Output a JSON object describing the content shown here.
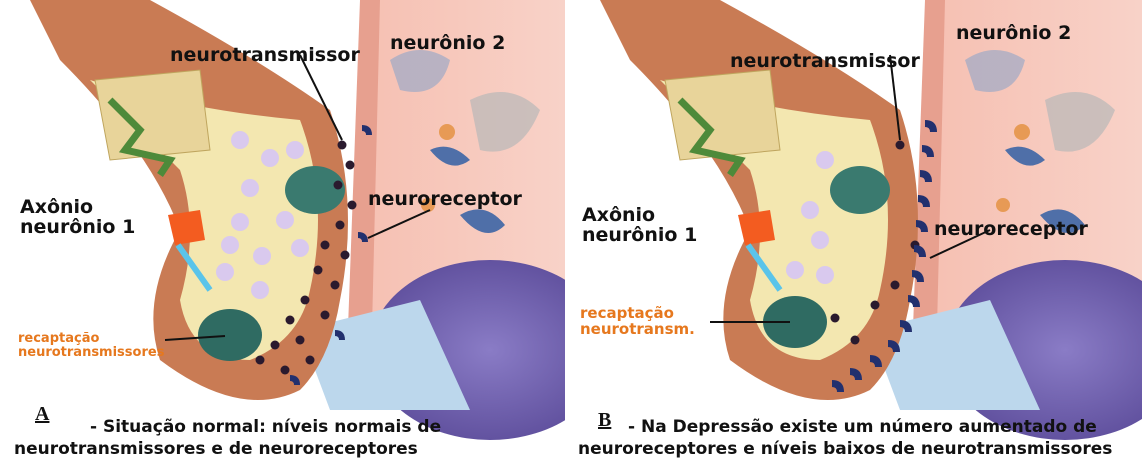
{
  "panels": [
    {
      "letter": "A",
      "labels": {
        "neurotransmitter": "neurotransmissor",
        "neuron2": "neurônio 2",
        "axon": [
          "Axônio",
          "neurônio 1"
        ],
        "receptor": "neuroreceptor",
        "reuptake": [
          "recaptação",
          "neurotransmissores"
        ]
      },
      "caption": [
        "- Situação normal: níveis normais de",
        "neurotransmissores e de neuroreceptores"
      ]
    },
    {
      "letter": "B",
      "labels": {
        "neurotransmitter": "neurotransmissor",
        "neuron2": "neurônio 2",
        "axon": [
          "Axônio",
          "neurônio 1"
        ],
        "receptor": "neuroreceptor",
        "reuptake": [
          "recaptação",
          "neurotransm."
        ]
      },
      "caption": [
        "- Na Depressão existe um número aumentado de",
        "neuroreceptores e níveis baixos de neurotransmissores"
      ]
    }
  ],
  "colors": {
    "neuron2_bg": "#f4b3a6",
    "axon_body": "#c97b54",
    "axon_inner": "#f3e7b0",
    "nucleus": "#6a5aa8",
    "neurotransmitter": "#2a1a2e",
    "receptor": "#22306e",
    "reuptake_label": "#e6781e"
  }
}
